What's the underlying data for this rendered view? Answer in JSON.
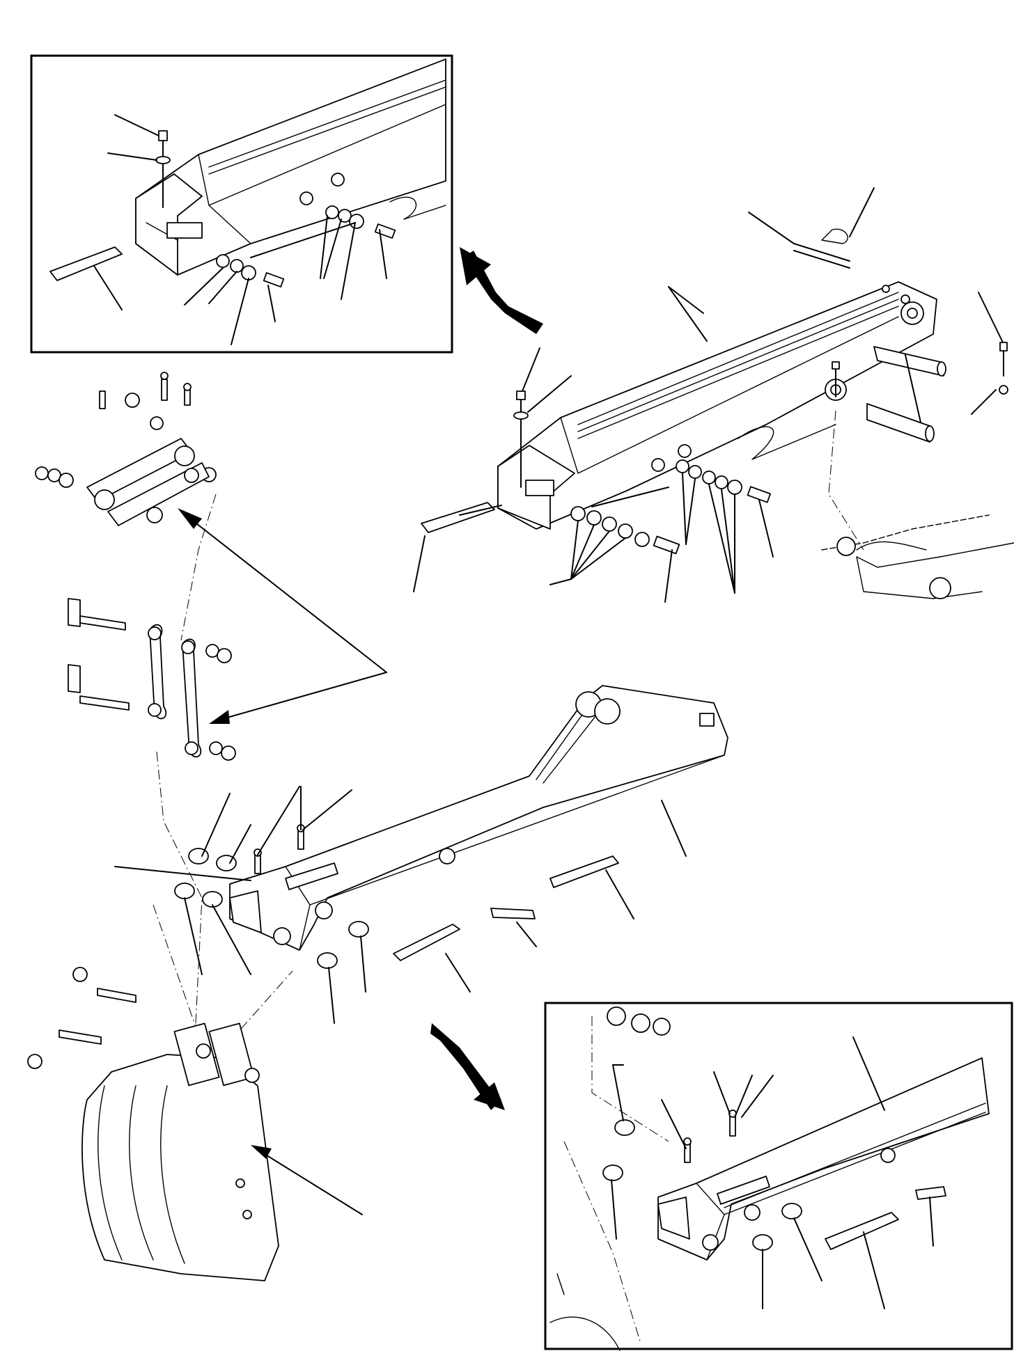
{
  "diagram": {
    "type": "exploded-parts-view",
    "inset_panels": [
      "top-left-detail",
      "bottom-right-detail"
    ],
    "callout_labels_printed": false
  }
}
